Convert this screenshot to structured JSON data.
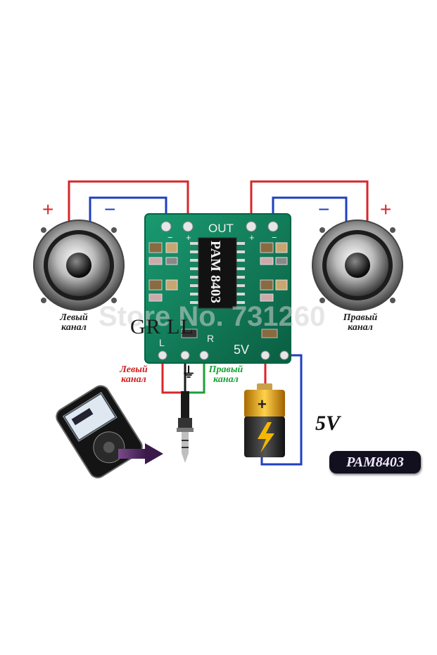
{
  "board": {
    "chip_label": "PAM 8403",
    "out_label": "OUT",
    "l_label": "L",
    "r_label": "R",
    "power_label": "5V",
    "brand_overlay": "GR        LL"
  },
  "labels": {
    "left_channel_line1": "Левый",
    "left_channel_line2": "канал",
    "right_channel_line1": "Правый",
    "right_channel_line2": "канал",
    "input_left_line1": "Левый",
    "input_left_line2": "канал",
    "input_right_line1": "Правый",
    "input_right_line2": "канал",
    "voltage": "5V",
    "ground_symbol": "⏚",
    "plus": "+",
    "minus": "−"
  },
  "watermark": "Store No. 731260",
  "badge": "PAM8403",
  "colors": {
    "wire_red": "#d8262a",
    "wire_blue": "#1f3fc0",
    "wire_green": "#1f9e3a",
    "board_green": "#0e7a55",
    "badge_bg": "#12101e"
  },
  "icons": [
    "speaker-left-icon",
    "speaker-right-icon",
    "mp3-player-icon",
    "audio-jack-icon",
    "battery-icon",
    "arrow-right-icon"
  ]
}
